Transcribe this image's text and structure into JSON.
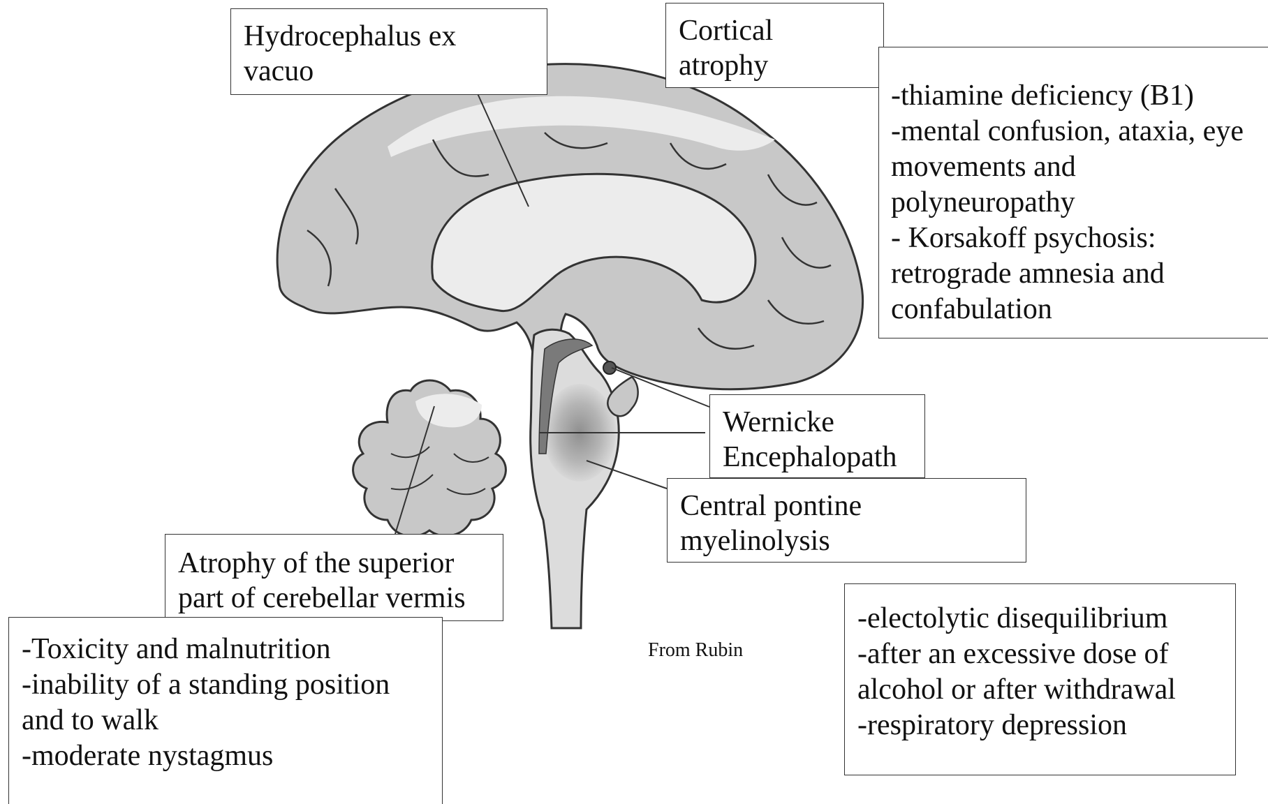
{
  "labels": {
    "hydrocephalus": "Hydrocephalus ex\nvacuo",
    "cortical_atrophy": "Cortical\natrophy",
    "wernicke": "Wernicke\nEncephalopath",
    "central_pontine": "Central pontine\nmyelinolysis",
    "cerebellar_vermis": "Atrophy of the superior\npart of cerebellar vermis"
  },
  "notes": {
    "wernicke_features": "-thiamine  deficiency (B1)\n-mental confusion, ataxia, eye\nmovements and\npolyneuropathy\n- Korsakoff psychosis:\nretrograde amnesia and\nconfabulation",
    "cerebellar_features": "-Toxicity and malnutrition\n-inability of a standing position\nand to walk\n-moderate nystagmus",
    "pontine_features": "-electolytic disequilibrium\n-after an excessive dose of\nalcohol or after withdrawal\n-respiratory depression"
  },
  "credit": "From Rubin",
  "colors": {
    "brain_fill": "#c8c8c8",
    "light_fill": "#ececec",
    "outline": "#333333",
    "lesion": "#8a8a8a"
  }
}
